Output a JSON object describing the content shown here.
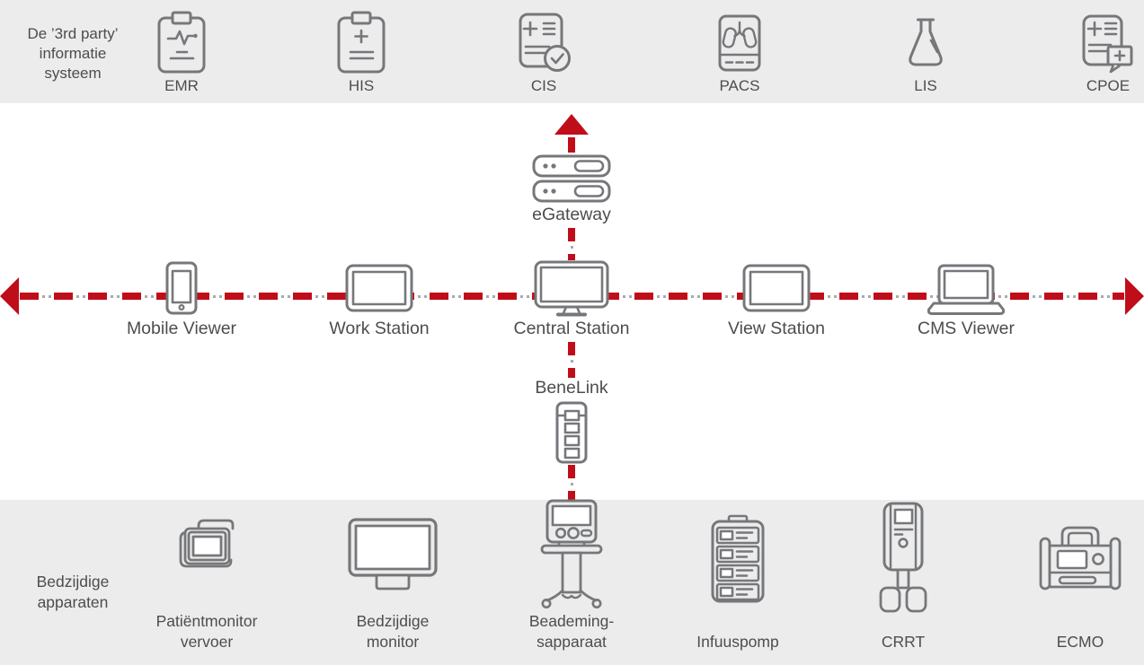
{
  "colors": {
    "red": "#c00d1a",
    "band_gray": "#ececec",
    "icon_stroke": "#76777a",
    "text": "#4c4d4f"
  },
  "top_band": {
    "title_lines": [
      "De ’3rd party’",
      "informatie",
      "systeem"
    ],
    "systems": [
      {
        "label": "EMR",
        "icon": "clipboard-ecg-icon"
      },
      {
        "label": "HIS",
        "icon": "clipboard-plus-icon"
      },
      {
        "label": "CIS",
        "icon": "document-check-icon"
      },
      {
        "label": "PACS",
        "icon": "lungs-tablet-icon"
      },
      {
        "label": "LIS",
        "icon": "flask-icon"
      },
      {
        "label": "CPOE",
        "icon": "document-chat-icon"
      }
    ]
  },
  "gateway": {
    "label": "eGateway",
    "icon": "server-stack-icon"
  },
  "network_row": {
    "devices": [
      {
        "label": "Mobile Viewer",
        "icon": "smartphone-icon"
      },
      {
        "label": "Work Station",
        "icon": "tablet-icon"
      },
      {
        "label": "Central Station",
        "icon": "monitor-icon"
      },
      {
        "label": "View Station",
        "icon": "tablet-icon"
      },
      {
        "label": "CMS Viewer",
        "icon": "laptop-icon"
      }
    ]
  },
  "benelink": {
    "label": "BeneLink",
    "icon": "module-rack-icon"
  },
  "bottom_band": {
    "title_lines": [
      "Bedzijdige",
      "apparaten"
    ],
    "devices": [
      {
        "label_lines": [
          "Patiëntmonitor",
          "vervoer"
        ],
        "icon": "transport-monitor-icon"
      },
      {
        "label_lines": [
          "Bedzijdige",
          "monitor"
        ],
        "icon": "bedside-monitor-icon"
      },
      {
        "label_lines": [
          "Beademing-",
          "sapparaat"
        ],
        "icon": "ventilator-icon"
      },
      {
        "label_lines": [
          "Infuuspomp"
        ],
        "icon": "infusion-pump-icon"
      },
      {
        "label_lines": [
          "CRRT"
        ],
        "icon": "crrt-machine-icon"
      },
      {
        "label_lines": [
          "ECMO"
        ],
        "icon": "ecmo-machine-icon"
      }
    ]
  }
}
